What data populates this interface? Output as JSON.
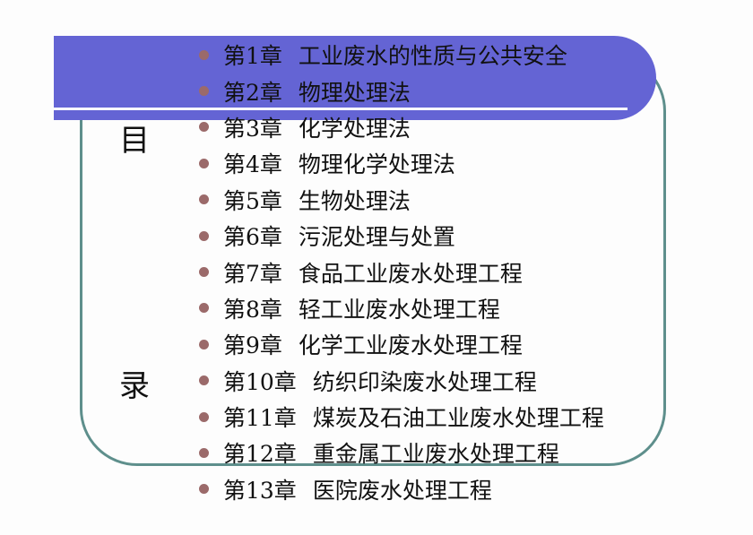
{
  "side_title": {
    "top_char": "目",
    "bottom_char": "录"
  },
  "colors": {
    "banner": "#6464d4",
    "frame": "#5e8f8c",
    "bullet": "#9b6a6a",
    "text": "#111111"
  },
  "toc": [
    {
      "chapter": "第1章",
      "title": "工业废水的性质与公共安全"
    },
    {
      "chapter": "第2章",
      "title": "物理处理法"
    },
    {
      "chapter": "第3章",
      "title": "化学处理法"
    },
    {
      "chapter": "第4章",
      "title": "物理化学处理法"
    },
    {
      "chapter": "第5章",
      "title": "生物处理法"
    },
    {
      "chapter": "第6章",
      "title": "污泥处理与处置"
    },
    {
      "chapter": "第7章",
      "title": "食品工业废水处理工程"
    },
    {
      "chapter": "第8章",
      "title": "轻工业废水处理工程"
    },
    {
      "chapter": "第9章",
      "title": "化学工业废水处理工程"
    },
    {
      "chapter": "第10章",
      "title": "纺织印染废水处理工程"
    },
    {
      "chapter": "第11章",
      "title": "煤炭及石油工业废水处理工程"
    },
    {
      "chapter": "第12章",
      "title": "重金属工业废水处理工程"
    },
    {
      "chapter": "第13章",
      "title": "医院废水处理工程"
    }
  ]
}
